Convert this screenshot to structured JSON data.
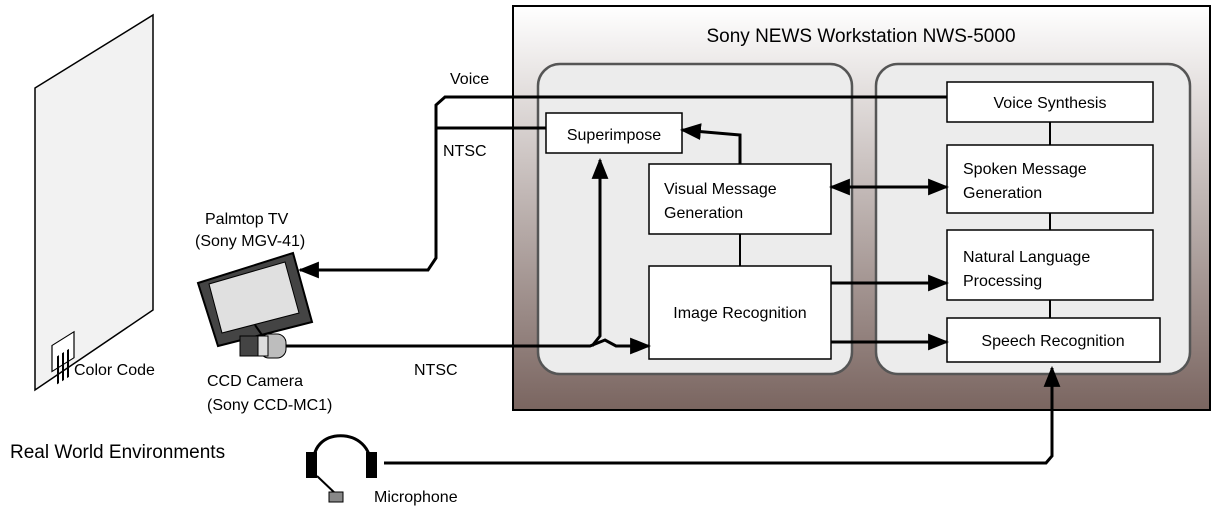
{
  "workstation": {
    "title": "Sony NEWS Workstation  NWS-5000",
    "modules": {
      "superimpose": "Superimpose",
      "visual_msg_line1": "Visual Message",
      "visual_msg_line2": "Generation",
      "image_recognition": "Image Recognition",
      "voice_synthesis": "Voice Synthesis",
      "spoken_msg_line1": "Spoken Message",
      "spoken_msg_line2": "Generation",
      "nlp_line1": "Natural Language",
      "nlp_line2": "Processing",
      "speech_recognition": "Speech Recognition"
    }
  },
  "signals": {
    "voice": "Voice",
    "ntsc_top": "NTSC",
    "ntsc_bottom": "NTSC"
  },
  "devices": {
    "palmtop_tv_line1": "Palmtop TV",
    "palmtop_tv_line2": "(Sony MGV-41)",
    "ccd_camera_line1": "CCD Camera",
    "ccd_camera_line2": "(Sony CCD-MC1)",
    "microphone": "Microphone"
  },
  "environment": {
    "color_code": "Color Code",
    "real_world": "Real World Environments"
  },
  "colors": {
    "panel_gradient_top": "#ffffff",
    "panel_gradient_bottom": "#7a6560",
    "inner_panel": "#ececec",
    "line": "#000000"
  }
}
